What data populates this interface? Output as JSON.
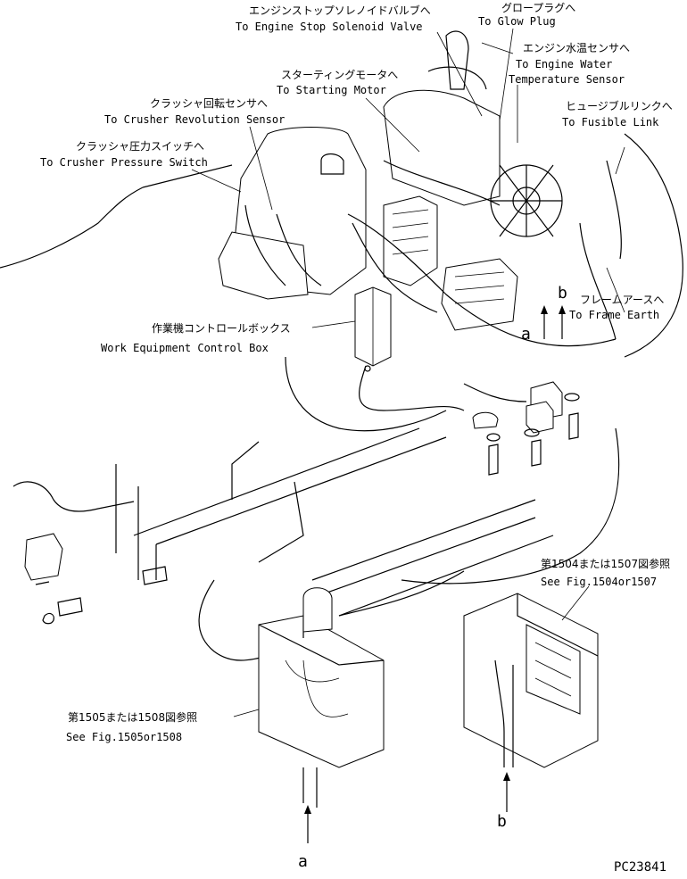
{
  "figure_id": "PC23841",
  "labels": {
    "stop_solenoid": {
      "jp": "エンジンストップソレノイドバルブへ",
      "en": "To Engine Stop Solenoid Valve"
    },
    "glow_plug": {
      "jp": "グロープラグへ",
      "en": "To Glow Plug"
    },
    "water_temp": {
      "jp": "エンジン水温センサへ",
      "en1": "To Engine Water",
      "en2": "Temperature Sensor"
    },
    "starting_motor": {
      "jp": "スターティングモータへ",
      "en": "To Starting Motor"
    },
    "crusher_rev": {
      "jp": "クラッシャ回転センサへ",
      "en": "To Crusher Revolution Sensor"
    },
    "crusher_press": {
      "jp": "クラッシャ圧力スイッチへ",
      "en": "To Crusher Pressure Switch"
    },
    "fusible_link": {
      "jp": "ヒュージブルリンクへ",
      "en": "To Fusible Link"
    },
    "frame_earth": {
      "jp": "フレームアースへ",
      "en": "To Frame Earth"
    },
    "control_box": {
      "jp": "作業機コントロールボックス",
      "en": "Work Equipment Control Box"
    },
    "fig_1504": {
      "jp": "第1504または1507図参照",
      "en": "See Fig.1504or1507"
    },
    "fig_1505": {
      "jp": "第1505または1508図参照",
      "en": "See Fig.1505or1508"
    }
  },
  "connectors": {
    "a": "a",
    "b": "b"
  }
}
